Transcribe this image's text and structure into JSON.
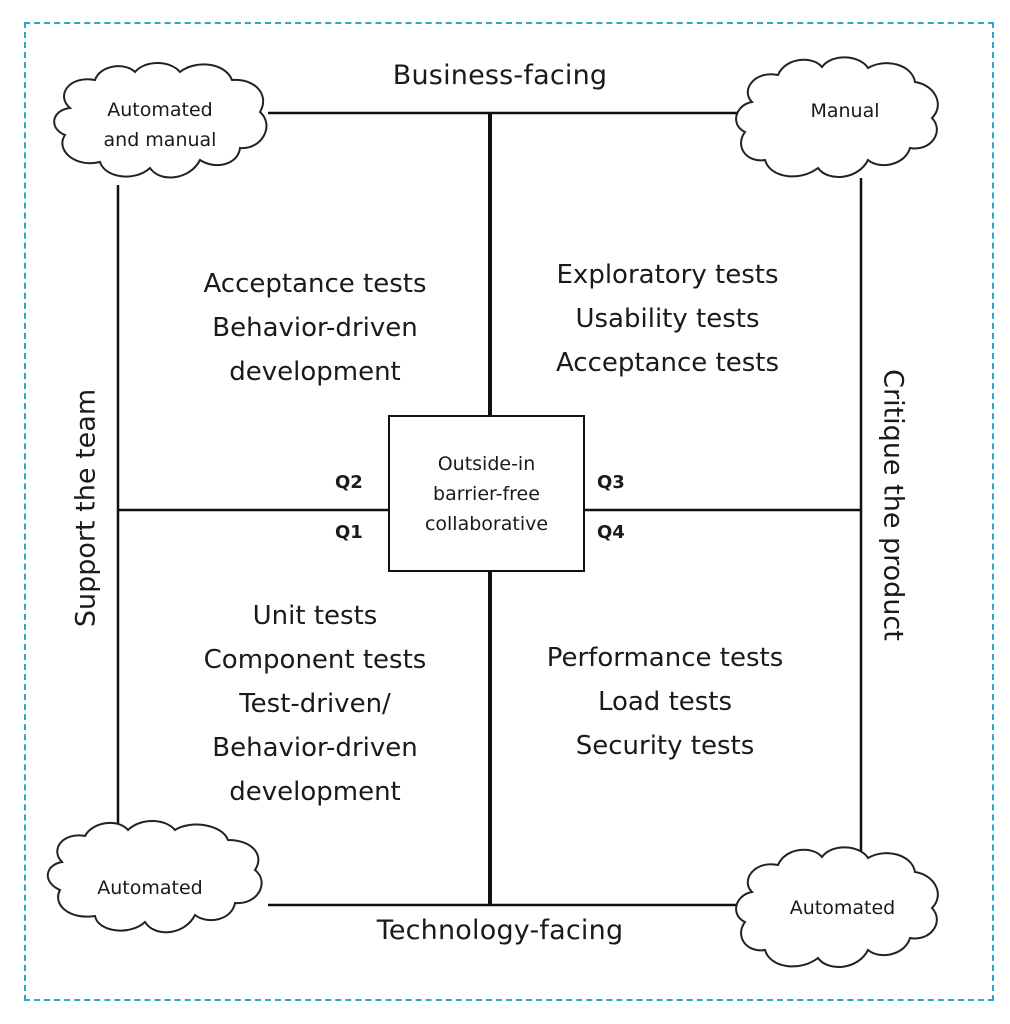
{
  "diagram": {
    "type": "agile-testing-quadrants",
    "colors": {
      "frame": "#2aa7cc",
      "lines": "#111111",
      "text": "#1a1a1a"
    },
    "axes": {
      "top": "Business-facing",
      "bottom": "Technology-facing",
      "left": "Support the team",
      "right": "Critique the product"
    },
    "clouds": {
      "top_left": [
        "Automated",
        "and manual"
      ],
      "top_right": "Manual",
      "bottom_left": "Automated",
      "bottom_right": "Automated"
    },
    "center": [
      "Outside-in",
      "barrier-free",
      "collaborative"
    ],
    "quadrant_labels": {
      "q1": "Q1",
      "q2": "Q2",
      "q3": "Q3",
      "q4": "Q4"
    },
    "quadrants": {
      "q2": [
        "Acceptance tests",
        "Behavior-driven",
        "development"
      ],
      "q3": [
        "Exploratory tests",
        "Usability tests",
        "Acceptance tests"
      ],
      "q1": [
        "Unit tests",
        "Component tests",
        "Test-driven/",
        "Behavior-driven",
        "development"
      ],
      "q4": [
        "Performance tests",
        "Load tests",
        "Security tests"
      ]
    }
  }
}
